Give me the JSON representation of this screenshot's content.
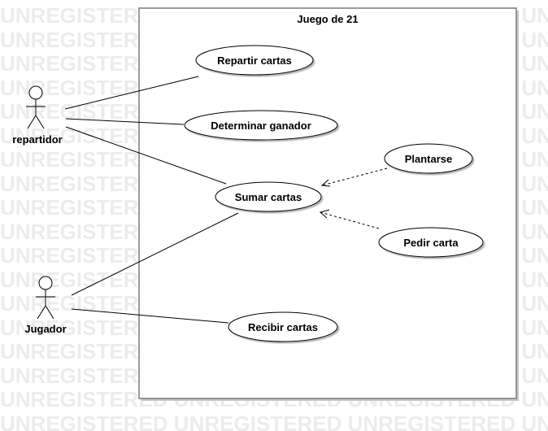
{
  "watermark": {
    "text": "UNREGISTERED UNREGISTERED UNREGISTERED UNREGISTERED",
    "color": "#ececec"
  },
  "system": {
    "title": "Juego de 21"
  },
  "actors": [
    {
      "id": "repartidor",
      "label": "repartidor"
    },
    {
      "id": "jugador",
      "label": "Jugador"
    }
  ],
  "use_cases": [
    {
      "id": "repartir",
      "label": "Repartir cartas"
    },
    {
      "id": "determinar",
      "label": "Determinar ganador"
    },
    {
      "id": "sumar",
      "label": "Sumar cartas"
    },
    {
      "id": "plantarse",
      "label": "Plantarse"
    },
    {
      "id": "pedir",
      "label": "Pedir carta"
    },
    {
      "id": "recibir",
      "label": "Recibir cartas"
    }
  ],
  "associations": [
    {
      "from": "repartidor",
      "to": "repartir",
      "style": "solid"
    },
    {
      "from": "repartidor",
      "to": "determinar",
      "style": "solid"
    },
    {
      "from": "repartidor",
      "to": "sumar",
      "style": "solid"
    },
    {
      "from": "jugador",
      "to": "sumar",
      "style": "solid"
    },
    {
      "from": "jugador",
      "to": "recibir",
      "style": "solid"
    },
    {
      "from": "plantarse",
      "to": "sumar",
      "style": "dashed-arrow"
    },
    {
      "from": "pedir",
      "to": "sumar",
      "style": "dashed-arrow"
    }
  ]
}
